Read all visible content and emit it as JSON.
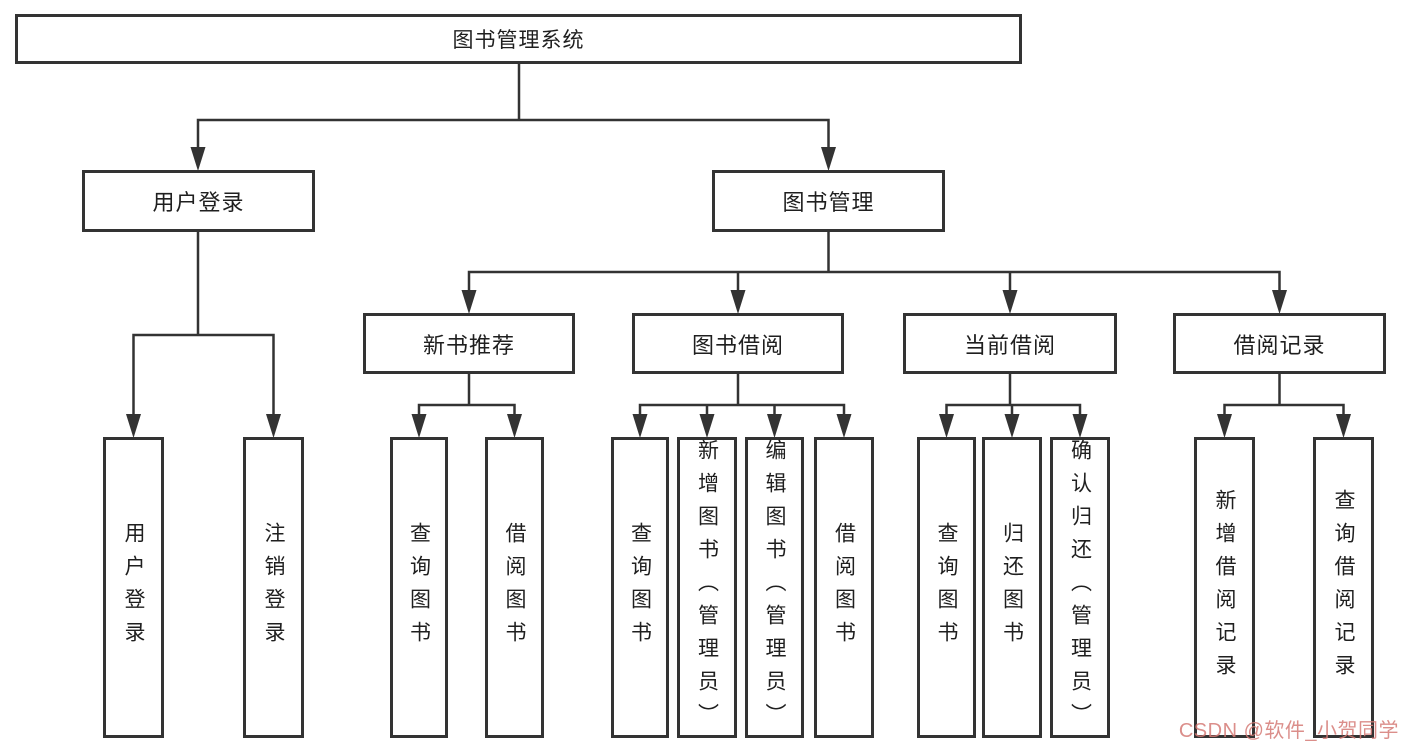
{
  "colors": {
    "line": "#333333",
    "box_border": "#333333",
    "text": "#1f1f1f",
    "background": "#ffffff",
    "watermark": "#d57a75"
  },
  "tree": {
    "root": {
      "label": "图书管理系统"
    },
    "branches": [
      {
        "label": "用户登录",
        "children": [
          {
            "label": "用户登录"
          },
          {
            "label": "注销登录"
          }
        ]
      },
      {
        "label": "图书管理",
        "children": [
          {
            "label": "新书推荐",
            "children": [
              {
                "label": "查询图书"
              },
              {
                "label": "借阅图书"
              }
            ]
          },
          {
            "label": "图书借阅",
            "children": [
              {
                "label": "查询图书"
              },
              {
                "label": "新增图书（管理员）"
              },
              {
                "label": "编辑图书（管理员）"
              },
              {
                "label": "借阅图书"
              }
            ]
          },
          {
            "label": "当前借阅",
            "children": [
              {
                "label": "查询图书"
              },
              {
                "label": "归还图书"
              },
              {
                "label": "确认归还（管理员）"
              }
            ]
          },
          {
            "label": "借阅记录",
            "children": [
              {
                "label": "新增借阅记录"
              },
              {
                "label": "查询借阅记录"
              }
            ]
          }
        ]
      }
    ]
  },
  "watermark": {
    "text": "CSDN @软件_小贺同学"
  }
}
